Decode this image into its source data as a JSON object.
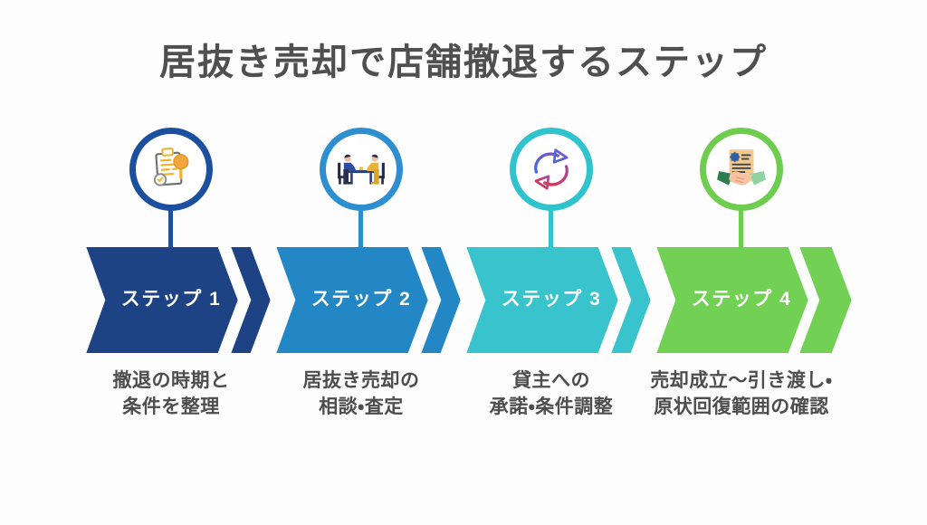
{
  "title": "居抜き売却で店舗撤退するステップ",
  "colors": {
    "background": "#fdfdfd",
    "title_text": "#4f4f4f",
    "description_text": "#4d4d4d",
    "step_label_text": "#ffffff"
  },
  "steps": [
    {
      "label": "ステップ 1",
      "description_line1": "撤退の時期と",
      "description_line2": "条件を整理",
      "icon": "clipboard-audit-icon",
      "arrow_color": "#1e4385",
      "circle_color": "#1c4f9e"
    },
    {
      "label": "ステップ 2",
      "description_line1": "居抜き売却の",
      "description_line2": "相談・査定",
      "icon": "business-meeting-icon",
      "arrow_color": "#2387c6",
      "circle_color": "#2e8fd0"
    },
    {
      "label": "ステップ 3",
      "description_line1": "貸主への",
      "description_line2": "承諾・条件調整",
      "icon": "cycle-arrows-icon",
      "arrow_color": "#39c3cc",
      "circle_color": "#2fc3cd"
    },
    {
      "label": "ステップ 4",
      "description_line1": "売却成立〜引き渡し・",
      "description_line2": "原状回復範囲の確認",
      "icon": "contract-handshake-icon",
      "arrow_color": "#72d154",
      "circle_color": "#6ecd4e"
    }
  ]
}
